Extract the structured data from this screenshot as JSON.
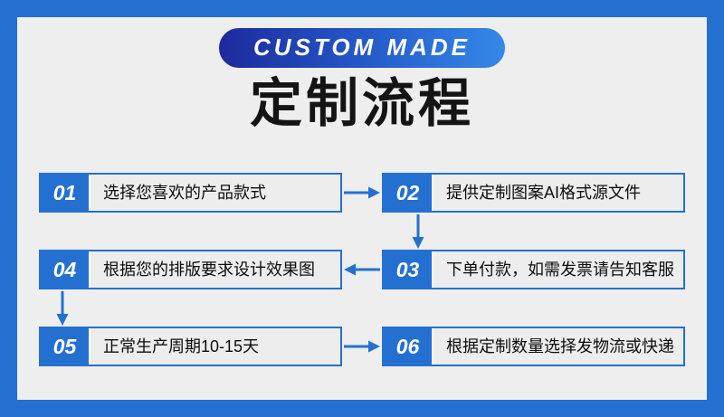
{
  "header": {
    "badge_label": "CUSTOM MADE",
    "title": "定制流程"
  },
  "colors": {
    "frame_blue": "#2470d0",
    "panel_bg": "#eeeeee",
    "box_bg": "#ededed",
    "badge_blue": "#2470d0",
    "pill_gradient_start": "#1d2a9c",
    "pill_gradient_end": "#3489e8",
    "title_color": "#141414",
    "text_color": "#0d0d0d"
  },
  "flow": {
    "steps": [
      {
        "number": "01",
        "text": "选择您喜欢的产品款式"
      },
      {
        "number": "02",
        "text": "提供定制图案AI格式源文件"
      },
      {
        "number": "03",
        "text": "下单付款，如需发票请告知客服"
      },
      {
        "number": "04",
        "text": "根据您的排版要求设计效果图"
      },
      {
        "number": "05",
        "text": "正常生产周期10-15天"
      },
      {
        "number": "06",
        "text": "根据定制数量选择发物流或快递"
      }
    ],
    "connectors": [
      {
        "name": "arrow-01-to-02",
        "direction": "right"
      },
      {
        "name": "arrow-02-to-03",
        "direction": "down"
      },
      {
        "name": "arrow-03-to-04",
        "direction": "left"
      },
      {
        "name": "arrow-04-to-05",
        "direction": "down"
      },
      {
        "name": "arrow-05-to-06",
        "direction": "right"
      }
    ]
  }
}
